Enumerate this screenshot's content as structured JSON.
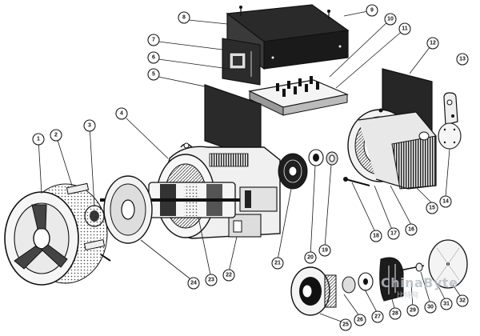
{
  "diagram": {
    "callouts": [
      "1",
      "2",
      "3",
      "4",
      "5",
      "6",
      "7",
      "8",
      "9",
      "10",
      "11",
      "12",
      "13",
      "14",
      "15",
      "16",
      "17",
      "18",
      "19",
      "20",
      "21",
      "22",
      "23",
      "24",
      "25",
      "26",
      "27",
      "28",
      "29",
      "30",
      "31",
      "32"
    ]
  },
  "watermark": {
    "text": "ChinaByte",
    "subtext": "比特网"
  }
}
